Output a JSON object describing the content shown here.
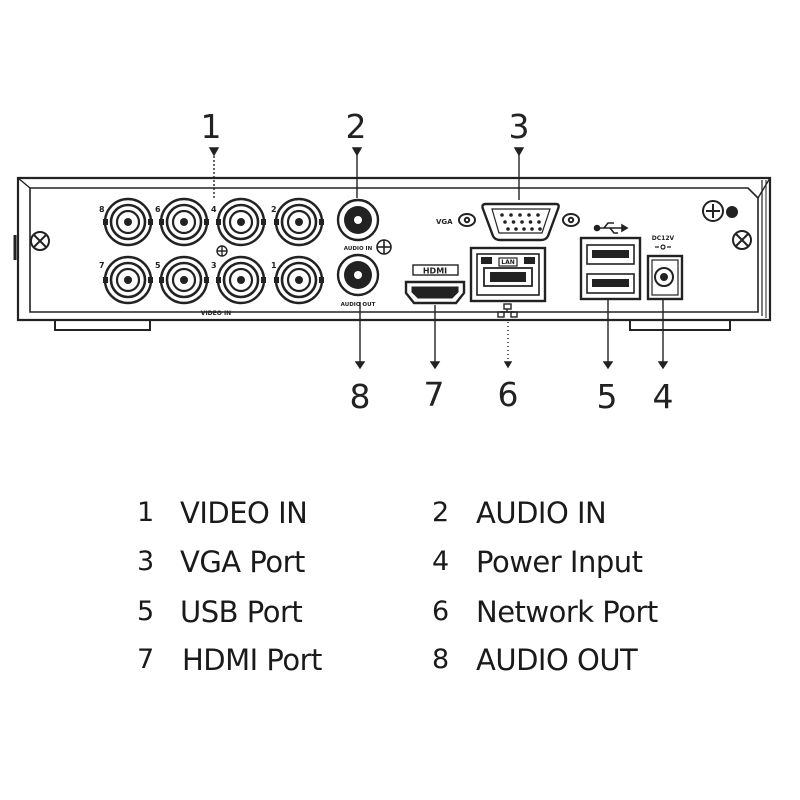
{
  "callouts": [
    {
      "num": "1"
    },
    {
      "num": "2"
    },
    {
      "num": "3"
    },
    {
      "num": "4"
    },
    {
      "num": "5"
    },
    {
      "num": "6"
    },
    {
      "num": "7"
    },
    {
      "num": "8"
    }
  ],
  "panel_labels": {
    "vga": "VGA",
    "video_in": "VIDEO IN",
    "audio_in": "AUDIO IN",
    "audio_out": "AUDIO OUT",
    "hdmi": "HDMI",
    "lan": "LAN",
    "power": "DC12V",
    "bnc_channels": [
      "8",
      "6",
      "4",
      "2",
      "7",
      "5",
      "3",
      "1"
    ]
  },
  "legend": [
    {
      "num": "1",
      "label": "VIDEO IN"
    },
    {
      "num": "2",
      "label": "AUDIO IN"
    },
    {
      "num": "3",
      "label": "VGA Port"
    },
    {
      "num": "4",
      "label": "Power Input"
    },
    {
      "num": "5",
      "label": "USB Port"
    },
    {
      "num": "6",
      "label": "Network Port"
    },
    {
      "num": "7",
      "label": "HDMI Port"
    },
    {
      "num": "8",
      "label": "AUDIO OUT"
    }
  ]
}
